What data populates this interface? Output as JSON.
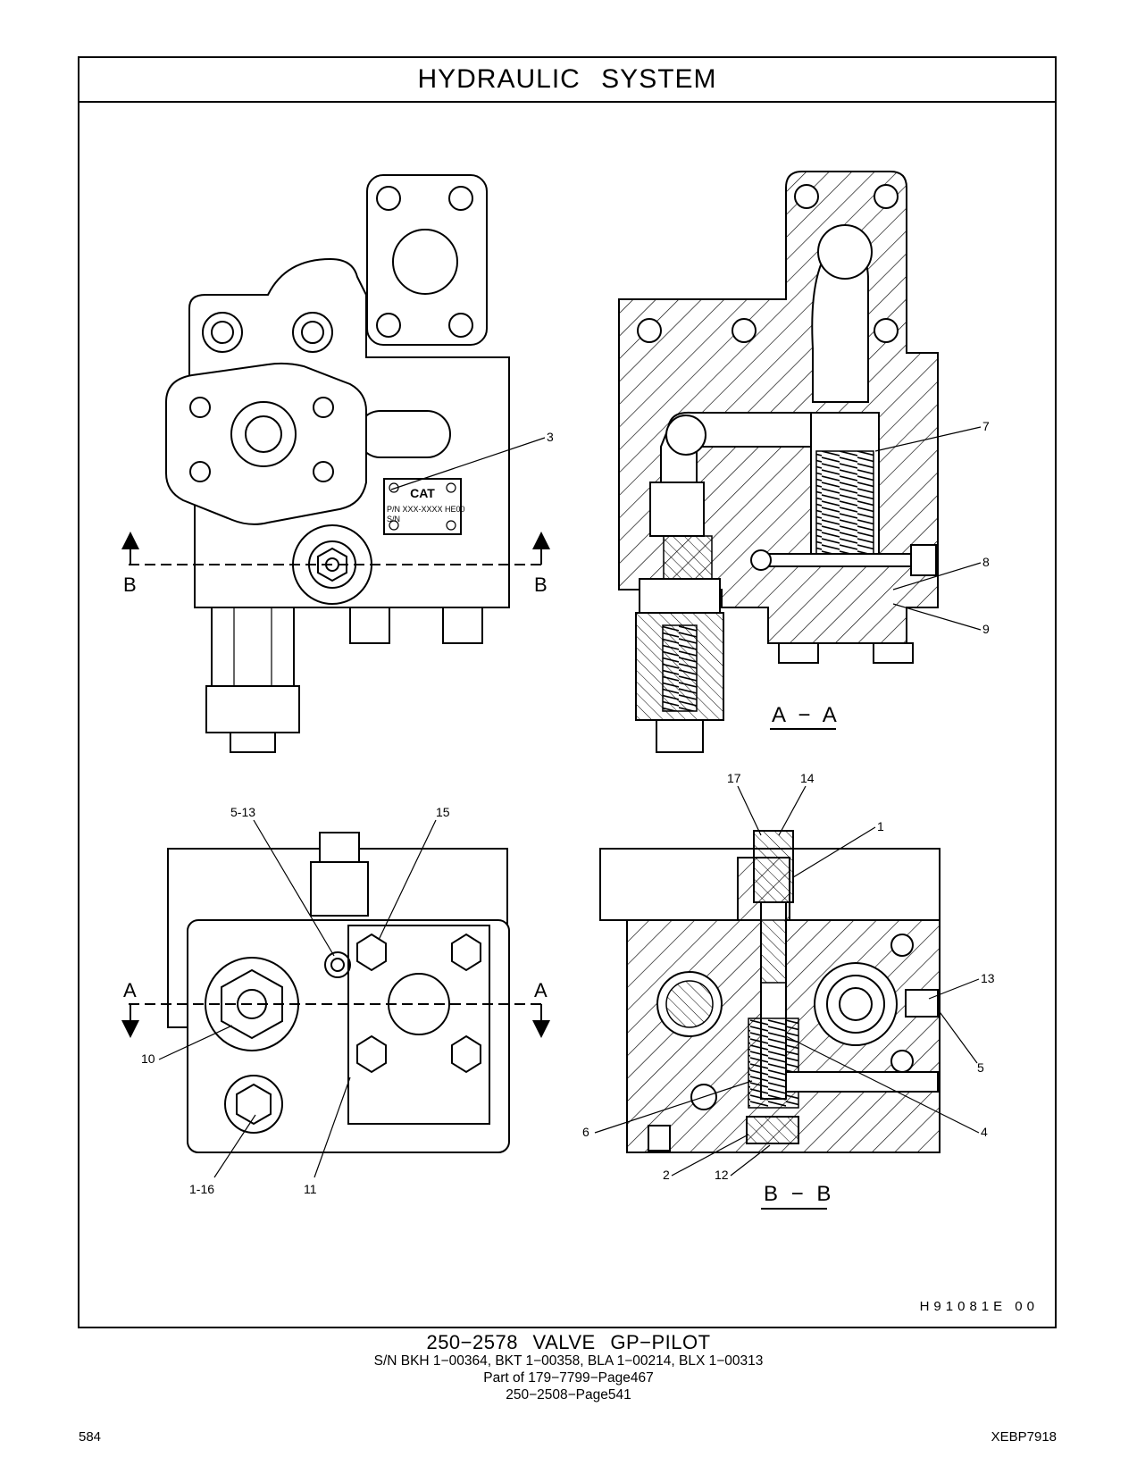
{
  "header": {
    "title": "HYDRAULIC   SYSTEM"
  },
  "figure_code": "H91081E     00",
  "views": {
    "top_left": {
      "section_marks": [
        "B",
        "B"
      ]
    },
    "top_right": {
      "section_name": "A − A"
    },
    "bottom_left": {
      "section_marks": [
        "A",
        "A"
      ]
    },
    "bottom_right": {
      "section_name": "B − B"
    }
  },
  "nameplate": {
    "logo": "CAT",
    "pn": "P/N  XXX-XXXX HE00",
    "sn": "S/N"
  },
  "callouts": {
    "c3": "3",
    "c7": "7",
    "c8": "8",
    "c9": "9",
    "c5_13": "5-13",
    "c15": "15",
    "c10": "10",
    "c1_16": "1-16",
    "c11": "11",
    "c17": "17",
    "c14": "14",
    "c1": "1",
    "c13": "13",
    "c5": "5",
    "c4": "4",
    "c6": "6",
    "c2": "2",
    "c12": "12"
  },
  "caption": {
    "title": "250−2578   VALVE  GP−PILOT",
    "serials": "S/N BKH 1−00364, BKT 1−00358, BLA 1−00214, BLX 1−00313",
    "part_of_1": "Part of 179−7799−Page467",
    "part_of_2": "250−2508−Page541"
  },
  "footer": {
    "page_number": "584",
    "doc_id": "XEBP7918"
  }
}
